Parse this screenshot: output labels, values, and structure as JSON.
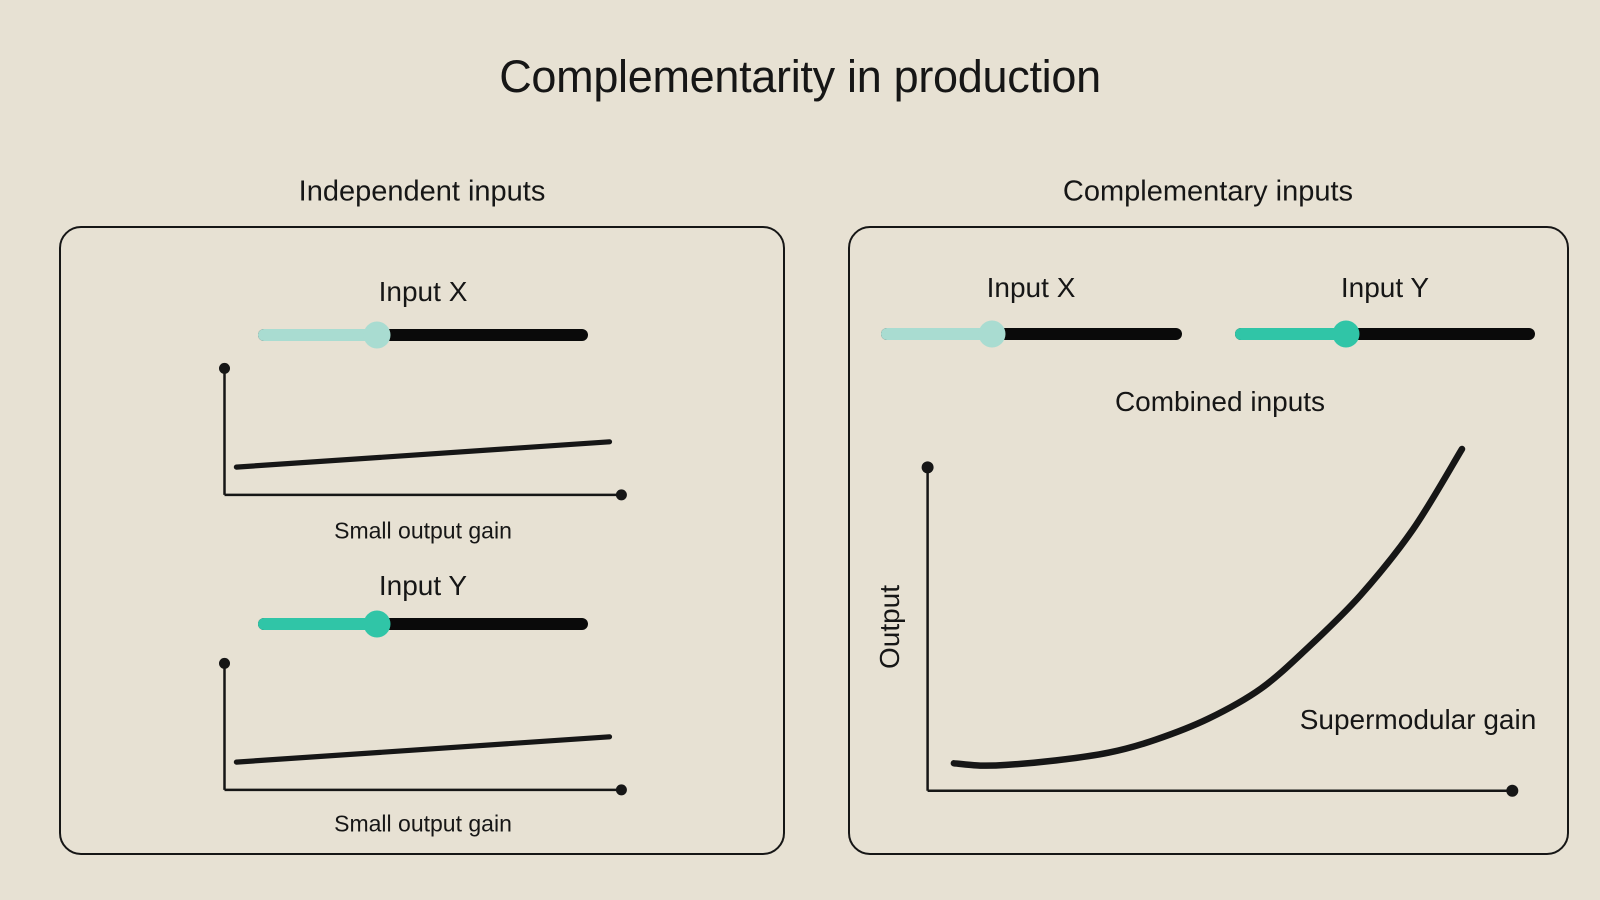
{
  "title": "Complementarity in production",
  "colors": {
    "background": "#e7e1d3",
    "ink": "#161616",
    "track": "#0a0a0a",
    "teal_light": "#a9dcd1",
    "teal_bright": "#30c5a7"
  },
  "left_panel": {
    "heading": "Independent inputs",
    "sliders": [
      {
        "label": "Input X",
        "value_fraction": 0.36,
        "color": "#a9dcd1"
      },
      {
        "label": "Input Y",
        "value_fraction": 0.36,
        "color": "#30c5a7"
      }
    ],
    "captions": [
      "Small output gain",
      "Small output gain"
    ]
  },
  "right_panel": {
    "heading": "Complementary inputs",
    "sliders": [
      {
        "label": "Input X",
        "value_fraction": 0.37,
        "color": "#a9dcd1"
      },
      {
        "label": "Input Y",
        "value_fraction": 0.37,
        "color": "#30c5a7"
      }
    ],
    "combined_label": "Combined inputs",
    "ylabel": "Output",
    "annotation": "Supermodular gain"
  },
  "chart_data": [
    {
      "type": "line",
      "caption": "Small output gain",
      "units": "fraction of axis length",
      "x": [
        0.03,
        0.97
      ],
      "y": [
        0.22,
        0.42
      ],
      "xlim": [
        0,
        1
      ],
      "ylim": [
        0,
        1
      ],
      "grid": false
    },
    {
      "type": "line",
      "caption": "Small output gain",
      "units": "fraction of axis length",
      "x": [
        0.03,
        0.97
      ],
      "y": [
        0.22,
        0.42
      ],
      "xlim": [
        0,
        1
      ],
      "ylim": [
        0,
        1
      ],
      "grid": false
    },
    {
      "type": "line",
      "ylabel": "Output",
      "annotation": "Supermodular gain",
      "units": "fraction of axis length",
      "x": [
        0.045,
        0.09,
        0.135,
        0.22,
        0.31,
        0.39,
        0.48,
        0.57,
        0.65,
        0.74,
        0.83,
        0.914
      ],
      "y": [
        0.085,
        0.078,
        0.08,
        0.094,
        0.118,
        0.158,
        0.223,
        0.316,
        0.442,
        0.604,
        0.808,
        1.057
      ],
      "xlim": [
        0,
        1
      ],
      "ylim": [
        0,
        1
      ],
      "grid": false
    }
  ]
}
